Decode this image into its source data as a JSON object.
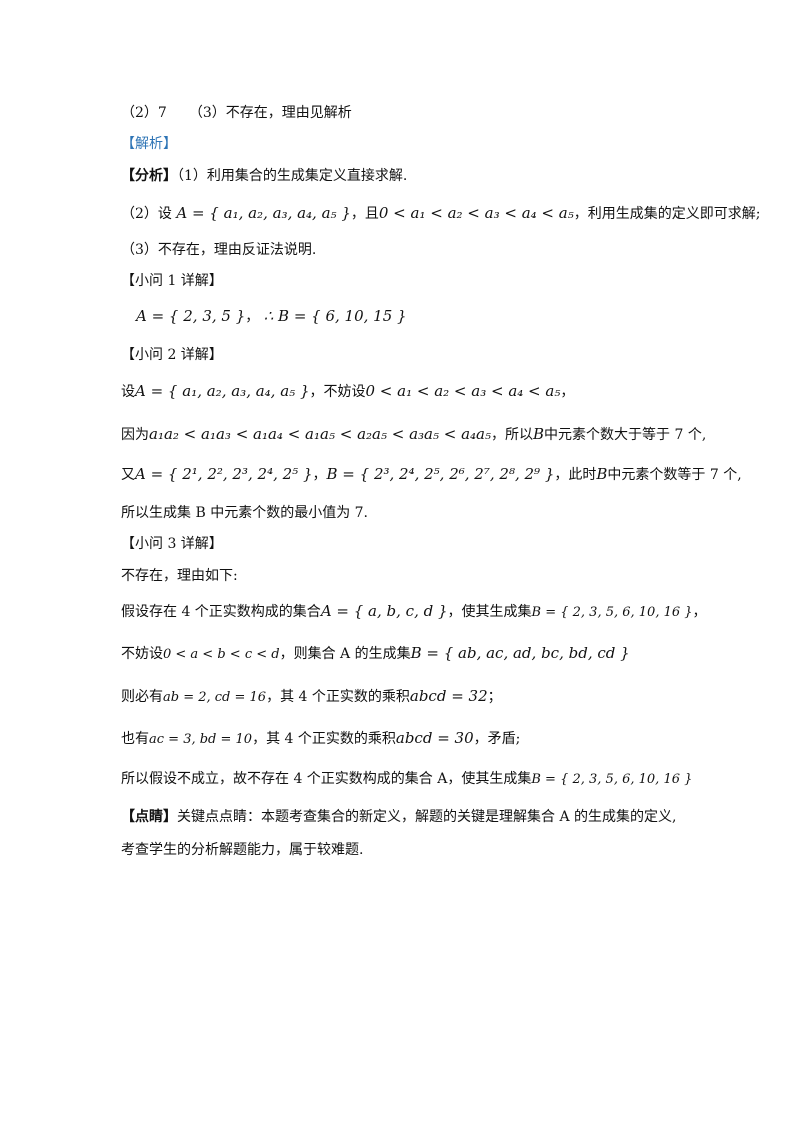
{
  "answers": {
    "part2": "（2）7",
    "part3": "（3）不存在，理由见解析"
  },
  "jiexi_label": "【解析】",
  "analysis": {
    "label": "【分析】",
    "p1": "（1）利用集合的生成集定义直接求解.",
    "p2_prefix": "（2）设",
    "p2_set": "A = { a₁, a₂, a₃, a₄, a₅ }",
    "p2_mid": "，且",
    "p2_ineq": "0 < a₁ < a₂ < a₃ < a₄ < a₅",
    "p2_suffix": "，利用生成集的定义即可求解;",
    "p3": "（3）不存在，理由反证法说明."
  },
  "q1": {
    "header": "【小问 1 详解】",
    "set_a": "A = { 2, 3, 5 }",
    "sep": "，",
    "set_b": "∴ B = { 6, 10, 15 }"
  },
  "q2": {
    "header": "【小问 2 详解】",
    "l1_prefix": "设",
    "l1_set": "A = { a₁, a₂, a₃, a₄, a₅ }",
    "l1_mid": "，不妨设",
    "l1_ineq": "0 < a₁ < a₂ < a₃ < a₄ < a₅",
    "l1_end": "，",
    "l2_prefix": "因为",
    "l2_ineq": "a₁a₂ < a₁a₃ < a₁a₄ < a₁a₅ < a₂a₅ < a₃a₅ < a₄a₅",
    "l2_mid": "，所以",
    "l2_b": "B",
    "l2_suffix": "中元素个数大于等于 7 个,",
    "l3_prefix": "又",
    "l3_seta": "A = { 2¹, 2², 2³, 2⁴, 2⁵ }",
    "l3_mid": "，",
    "l3_setb": "B = { 2³, 2⁴, 2⁵, 2⁶, 2⁷, 2⁸, 2⁹ }",
    "l3_mid2": "，此时",
    "l3_b": "B",
    "l3_suffix": "中元素个数等于 7 个,",
    "l4": "所以生成集 B 中元素个数的最小值为 7."
  },
  "q3": {
    "header": "【小问 3 详解】",
    "l1": "不存在，理由如下:",
    "l2_prefix": "假设存在 4 个正实数构成的集合",
    "l2_set": "A = { a, b, c, d }",
    "l2_mid": "，使其生成集",
    "l2_gen": "B = { 2, 3, 5, 6, 10, 16 }",
    "l2_end": "，",
    "l3_prefix": "不妨设",
    "l3_ineq": "0 < a < b < c < d",
    "l3_mid": "，则集合 A 的生成集",
    "l3_set": "B = { ab, ac, ad, bc, bd, cd }",
    "l4_prefix": "则必有",
    "l4_eq": "ab = 2, cd = 16",
    "l4_mid": "，其 4 个正实数的乘积",
    "l4_prod": "abcd = 32",
    "l4_end": "；",
    "l5_prefix": "也有",
    "l5_eq": "ac = 3, bd = 10",
    "l5_mid": "，其 4 个正实数的乘积",
    "l5_prod": "abcd = 30",
    "l5_end": "，矛盾;",
    "l6_prefix": "所以假设不成立，故不存在 4 个正实数构成的集合 A，使其生成集",
    "l6_gen": "B = { 2, 3, 5, 6, 10, 16 }"
  },
  "remark": {
    "label": "【点睛】",
    "l1": "关键点点睛：本题考查集合的新定义，解题的关键是理解集合 A 的生成集的定义,",
    "l2": "考查学生的分析解题能力，属于较难题."
  }
}
